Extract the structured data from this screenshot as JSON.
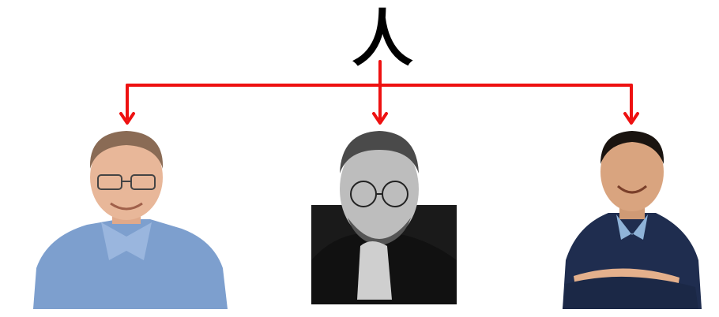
{
  "root": {
    "character": "人"
  },
  "colors": {
    "connector": "#ee1111",
    "background": "#ffffff",
    "character": "#000000"
  },
  "portraits": [
    {
      "name": "portrait-left",
      "style": "color",
      "shirt": "#7d9fce",
      "collar": "#9ab6de",
      "skin": "#e8b799",
      "hair": "#8a6b55"
    },
    {
      "name": "portrait-center",
      "style": "black-and-white",
      "shirt": "#111111",
      "collar": "#1a1a1a",
      "skin": "#bdbdbd",
      "hair": "#333333"
    },
    {
      "name": "portrait-right",
      "style": "color",
      "shirt": "#1f2d4f",
      "collar": "#8fb3d8",
      "skin": "#d9a47f",
      "hair": "#1a1410"
    }
  ]
}
